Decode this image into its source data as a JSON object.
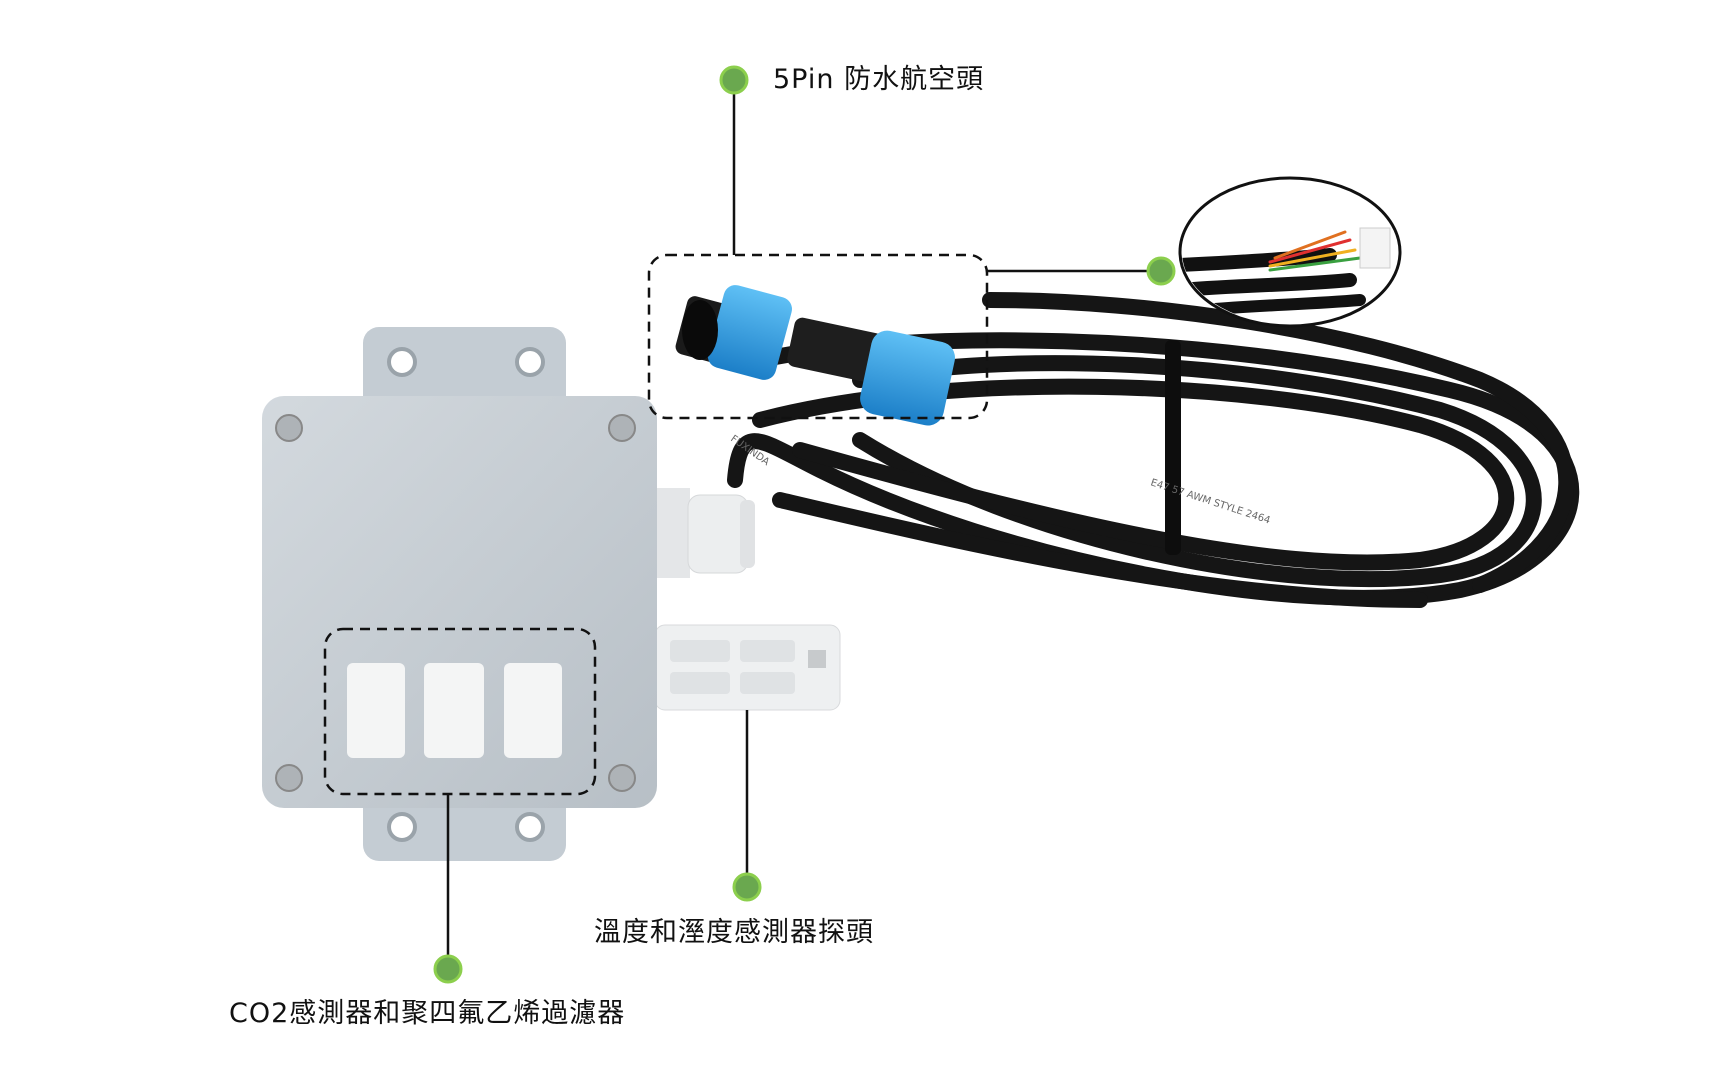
{
  "callouts": {
    "connector": {
      "label": "5Pin 防水航空頭"
    },
    "wires": {
      "label": ""
    },
    "probe": {
      "label": "溫度和溼度感測器探頭"
    },
    "filter": {
      "label": "CO2感測器和聚四氟乙烯過濾器"
    }
  },
  "cable_print": {
    "brand": "FUXINDA",
    "marking": "E47 57  AWM  STYLE 2464"
  },
  "colors": {
    "dot": "#6aa84f",
    "dot_ring": "#8ccf4d",
    "enclosure": "#c9d0d6",
    "connector": "#2e9be0",
    "cable": "#141414"
  }
}
